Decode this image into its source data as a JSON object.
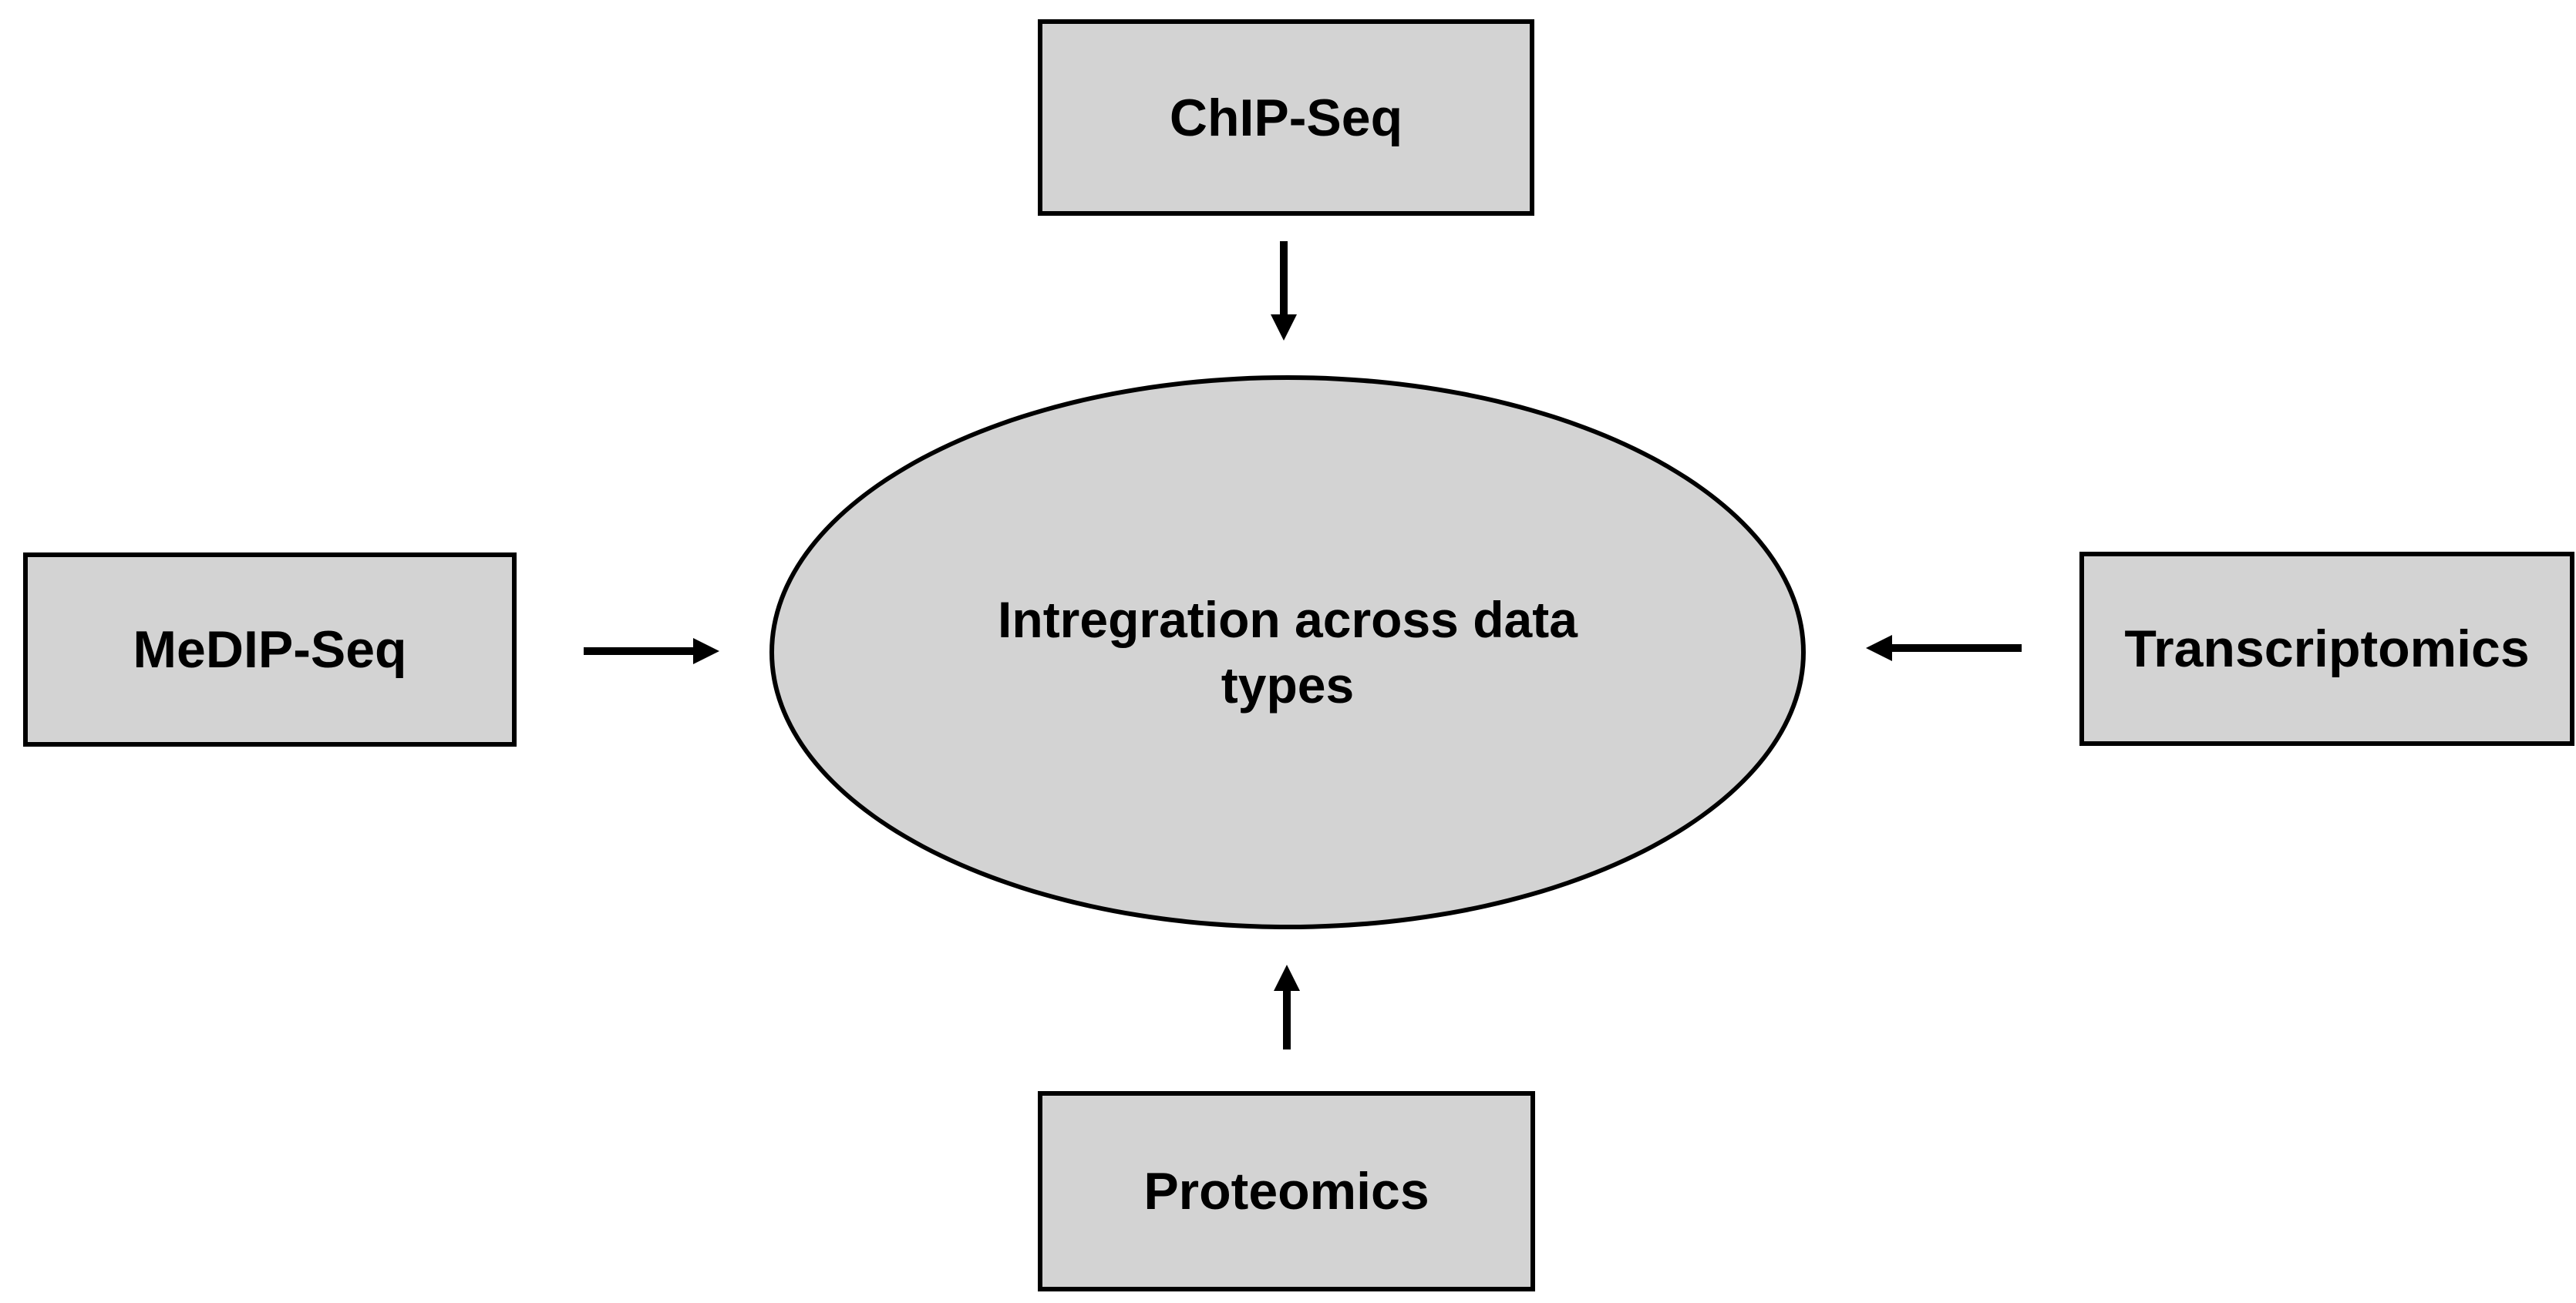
{
  "diagram": {
    "type": "hub-and-spoke",
    "center": {
      "shape": "ellipse",
      "label": "Intregration across data types",
      "lines": [
        "Intregration across data",
        "types"
      ]
    },
    "nodes": [
      {
        "id": "chip-seq",
        "label": "ChIP-Seq",
        "position": "top",
        "shape": "rectangle"
      },
      {
        "id": "medip-seq",
        "label": "MeDIP-Seq",
        "position": "left",
        "shape": "rectangle"
      },
      {
        "id": "transcriptomics",
        "label": "Transcriptomics",
        "position": "right",
        "shape": "rectangle"
      },
      {
        "id": "proteomics",
        "label": "Proteomics",
        "position": "bottom",
        "shape": "rectangle"
      }
    ],
    "arrows": [
      {
        "from": "chip-seq",
        "to": "center",
        "direction": "down"
      },
      {
        "from": "medip-seq",
        "to": "center",
        "direction": "right"
      },
      {
        "from": "transcriptomics",
        "to": "center",
        "direction": "left"
      },
      {
        "from": "proteomics",
        "to": "center",
        "direction": "up"
      }
    ],
    "colors": {
      "node_fill": "#d3d3d3",
      "border": "#000000",
      "arrow": "#000000",
      "background": "#ffffff",
      "text": "#000000"
    }
  }
}
